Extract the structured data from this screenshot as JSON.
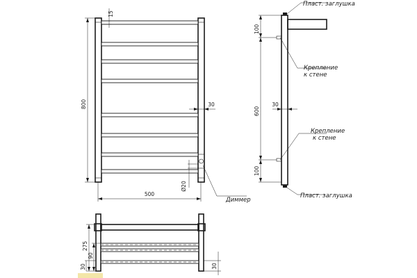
{
  "front_view": {
    "dim_height": "800",
    "dim_width": "500",
    "dim_top_gap": "15",
    "dim_side": "30",
    "dim_diameter": "Ø20",
    "label_dimmer": "Диммер"
  },
  "side_view": {
    "dim_top": "100",
    "dim_middle": "600",
    "dim_bottom": "100",
    "dim_side": "30",
    "label_top_cap": "Пласт. заглушка",
    "label_bottom_cap": "Пласт. заглушка",
    "label_mount_top_line1": "Крепление",
    "label_mount_top_line2": "к стене",
    "label_mount_bottom_line1": "Крепление",
    "label_mount_bottom_line2": "к стене"
  },
  "top_view": {
    "dim_depth": "275",
    "dim_mid": "90",
    "dim_low": "30",
    "dim_right": "30"
  },
  "colors": {
    "line": "#1a1a1a",
    "highlight": "#f3e6a8"
  }
}
